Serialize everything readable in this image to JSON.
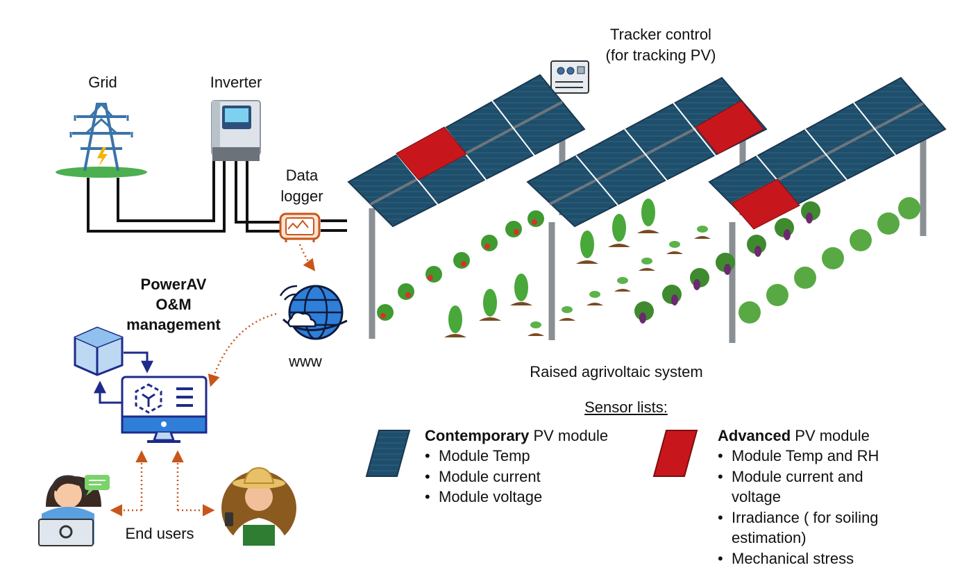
{
  "labels": {
    "grid": "Grid",
    "inverter": "Inverter",
    "data_logger_line1": "Data",
    "data_logger_line2": "logger",
    "tracker_line1": "Tracker control",
    "tracker_line2": "(for tracking PV)",
    "www": "www",
    "om_line1": "PowerAV",
    "om_line2": "O&M",
    "om_line3": "management",
    "system": "Raised agrivoltaic system",
    "end_users": "End users",
    "sensor_lists": "Sensor lists:"
  },
  "contemporary": {
    "name_bold": "Contemporary",
    "name_rest": " PV module",
    "color": "#1f4e6b",
    "items": [
      "Module Temp",
      "Module current",
      "Module voltage"
    ]
  },
  "advanced": {
    "name_bold": "Advanced",
    "name_rest": " PV module",
    "color": "#c8171c",
    "items": [
      "Module Temp and RH",
      "Module current and",
      "voltage",
      "Irradiance ( for soiling",
      "estimation)",
      "Mechanical stress"
    ]
  },
  "colors": {
    "panel_blue": "#1f4e6b",
    "panel_red": "#c8171c",
    "accent_orange": "#c8561a",
    "navy": "#1e2a8a",
    "grass": "#4caf50",
    "pole": "#8a8f94"
  },
  "icons": [
    "grid-tower-icon",
    "inverter-icon",
    "data-logger-icon",
    "globe-wifi-icon",
    "tracker-control-icon",
    "cube-icon",
    "monitor-icon",
    "support-agent-icon",
    "farmer-icon"
  ]
}
